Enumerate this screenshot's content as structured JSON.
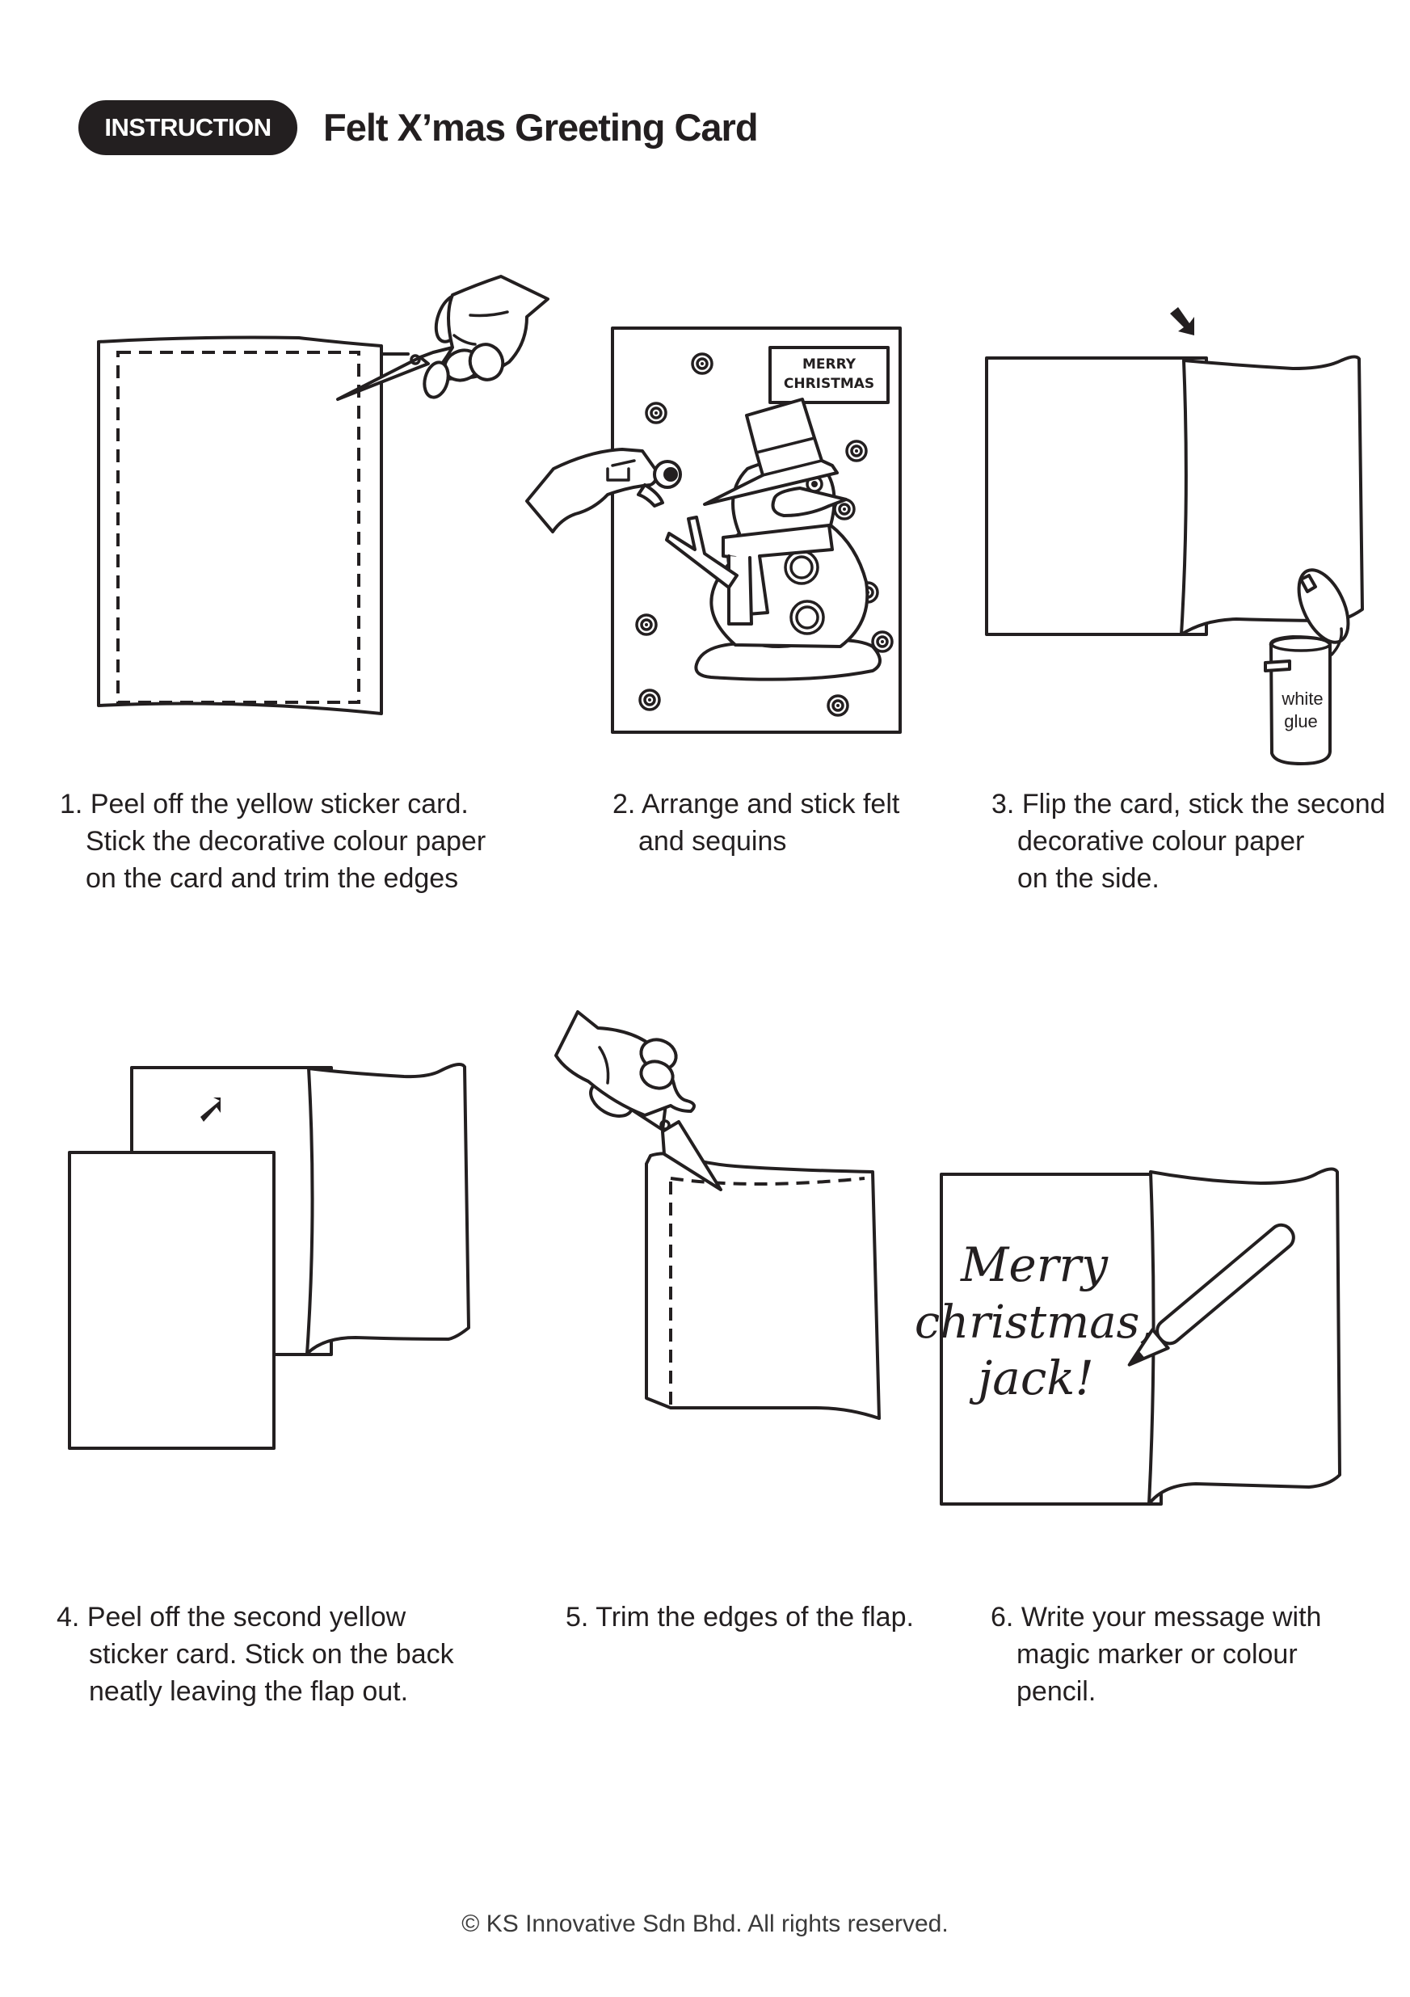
{
  "header": {
    "badge": "INSTRUCTION",
    "title": "Felt X’mas Greeting Card"
  },
  "steps": [
    {
      "number": "1.",
      "lines": [
        "Peel off the yellow sticker card.",
        "Stick the decorative colour paper",
        "on the card  and trim the edges"
      ],
      "illustration": "card-with-dashed-trim-line-and-scissors"
    },
    {
      "number": "2.",
      "lines": [
        "Arrange and stick felt",
        "and sequins"
      ],
      "illustration": "snowman-card-with-sequins",
      "card_text": [
        "MERRY",
        "CHRISTMAS"
      ]
    },
    {
      "number": "3.",
      "lines": [
        "Flip the card, stick the second",
        "decorative colour paper",
        "on the side."
      ],
      "illustration": "flipped-card-with-side-paper-and-glue",
      "glue_label": [
        "white",
        "glue"
      ]
    },
    {
      "number": "4.",
      "lines": [
        "Peel off the second yellow",
        "sticker card. Stick on the back",
        "neatly leaving the flap out."
      ],
      "illustration": "second-sticker-card-peeled"
    },
    {
      "number": "5.",
      "lines": [
        "Trim the edges of the flap."
      ],
      "illustration": "scissors-trimming-flap"
    },
    {
      "number": "6.",
      "lines": [
        "Write your message with",
        "magic marker or colour",
        "pencil."
      ],
      "illustration": "card-with-handwritten-message-and-pencil",
      "message": [
        "Merry",
        "christmas,",
        "jack!"
      ]
    }
  ],
  "footer": {
    "copyright": "© KS Innovative Sdn Bhd.  All rights reserved."
  },
  "colors": {
    "ink": "#231f20",
    "background": "#ffffff"
  }
}
